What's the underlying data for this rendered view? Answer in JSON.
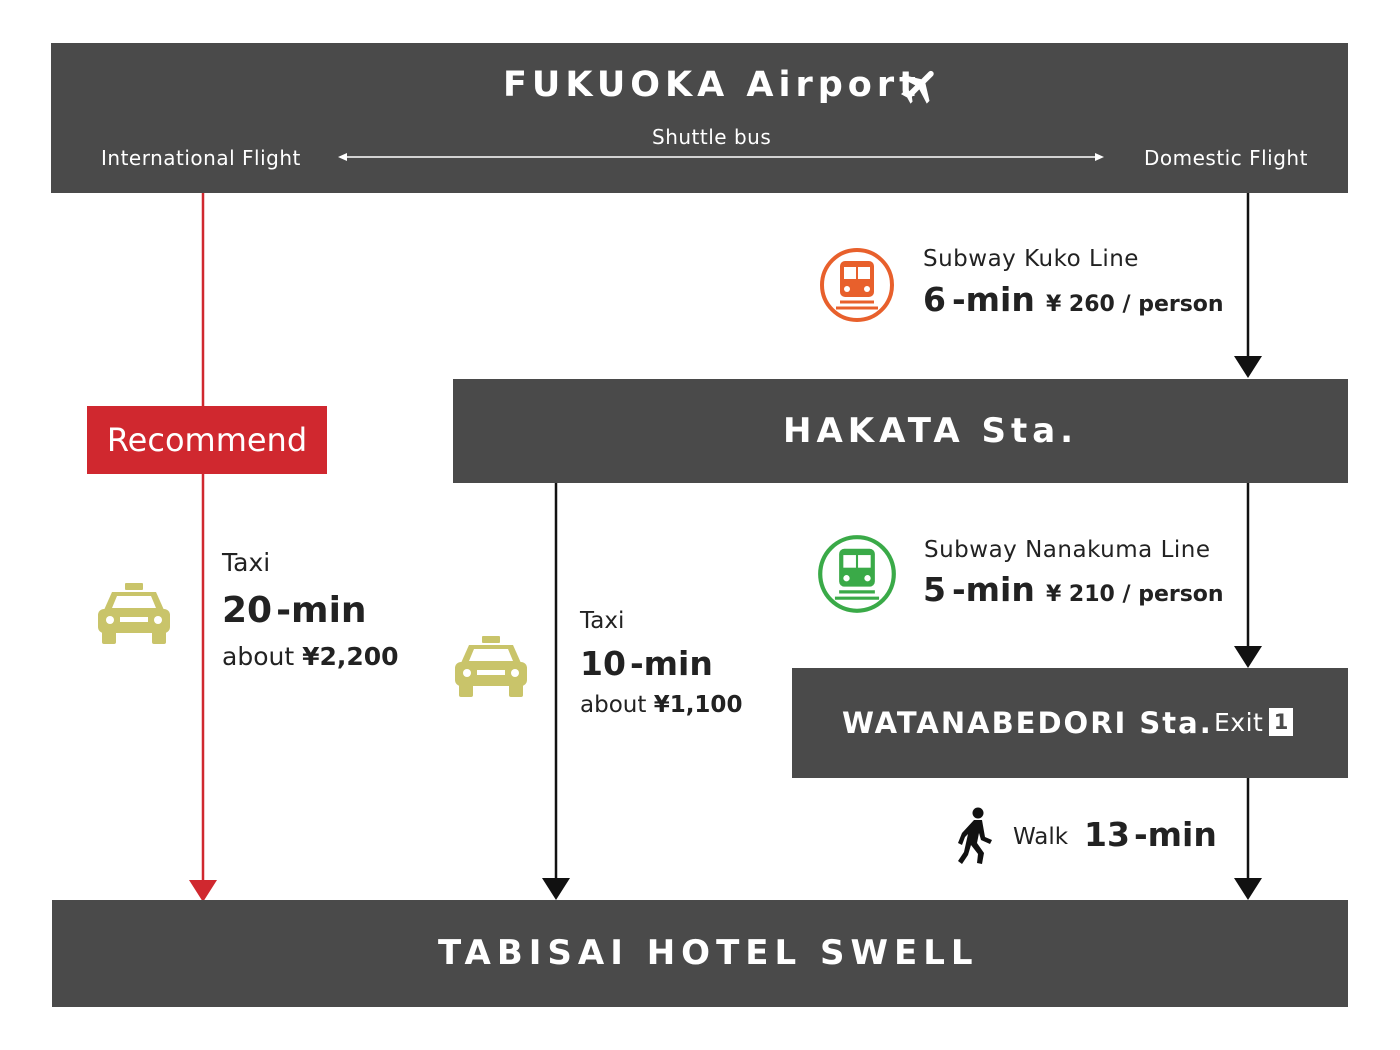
{
  "airport": {
    "title": "FUKUOKA Airport",
    "international": "International Flight",
    "domestic": "Domestic Flight",
    "shuttle": "Shuttle bus",
    "icon": "airplane-icon"
  },
  "hakata": {
    "title": "HAKATA Sta."
  },
  "watanabedori": {
    "title": "WATANABEDORI Sta.",
    "exit_label": "Exit",
    "exit_number": "1"
  },
  "hotel": {
    "title": "TABISAI HOTEL SWELL"
  },
  "recommend": {
    "label": "Recommend"
  },
  "route_taxi_airport": {
    "mode": "Taxi",
    "time_num": "20",
    "time_unit": "-min",
    "cost_prefix": "about",
    "cost": "¥2,200",
    "icon": "taxi-icon"
  },
  "route_taxi_hakata": {
    "mode": "Taxi",
    "time_num": "10",
    "time_unit": "-min",
    "cost_prefix": "about",
    "cost": "¥1,100",
    "icon": "taxi-icon"
  },
  "route_kuko": {
    "line": "Subway Kuko Line",
    "time_num": "6",
    "time_unit": "-min",
    "fare": "¥ 260 / person",
    "icon": "train-icon"
  },
  "route_nanakuma": {
    "line": "Subway Nanakuma Line",
    "time_num": "5",
    "time_unit": "-min",
    "fare": "¥ 210 / person",
    "icon": "train-icon"
  },
  "route_walk": {
    "mode": "Walk",
    "time_num": "13",
    "time_unit": "-min",
    "icon": "walk-icon"
  },
  "colors": {
    "box": "#4a4a4a",
    "recommend": "#d0282f",
    "kuko_line": "#e8602c",
    "nanakuma_line": "#3aaa48",
    "taxi": "#c9c46a"
  }
}
